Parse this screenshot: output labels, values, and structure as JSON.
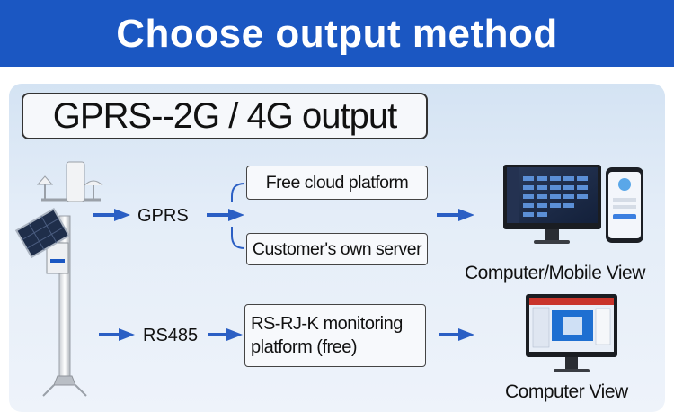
{
  "header": {
    "title": "Choose output method"
  },
  "section": {
    "title": "GPRS--2G / 4G output"
  },
  "flow": {
    "gprs_label": "GPRS",
    "rs485_label": "RS485",
    "free_cloud": "Free cloud platform",
    "own_server": "Customer's own server",
    "monitoring_line1": "RS-RJ-K monitoring",
    "monitoring_line2": "platform (free)",
    "view_computer_mobile": "Computer/Mobile View",
    "view_computer": "Computer View"
  },
  "colors": {
    "header_bg": "#1b57c2",
    "arrow": "#2b5fc4",
    "panel_bg": "#dde8f5"
  },
  "icons": [
    "weather-station-icon",
    "desktop-monitor-icon",
    "smartphone-icon",
    "monitor-icon"
  ]
}
